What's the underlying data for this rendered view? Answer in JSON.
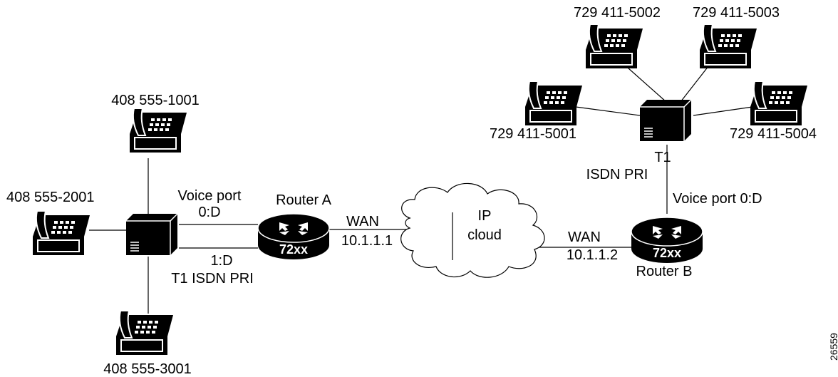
{
  "phones": {
    "left_top": "408 555-1001",
    "left_mid": "408 555-2001",
    "left_bottom": "408 555-3001",
    "right_5001": "729 411-5001",
    "right_5002": "729 411-5002",
    "right_5003": "729 411-5003",
    "right_5004": "729 411-5004"
  },
  "left_pbx": {
    "voice_port_line1": "Voice port",
    "voice_port_line2": "0:D",
    "second_port": "1:D",
    "trunk_label": "T1 ISDN PRI"
  },
  "right_pbx": {
    "trunk_line1": "T1",
    "trunk_line2": "ISDN PRI",
    "voice_port": "Voice port 0:D"
  },
  "router_a": {
    "name": "Router A",
    "model": "72xx",
    "wan_label": "WAN",
    "wan_ip": "10.1.1.1"
  },
  "router_b": {
    "name": "Router B",
    "model": "72xx",
    "wan_label": "WAN",
    "wan_ip": "10.1.1.2"
  },
  "cloud": {
    "line1": "IP",
    "line2": "cloud"
  },
  "figure_id": "26559"
}
